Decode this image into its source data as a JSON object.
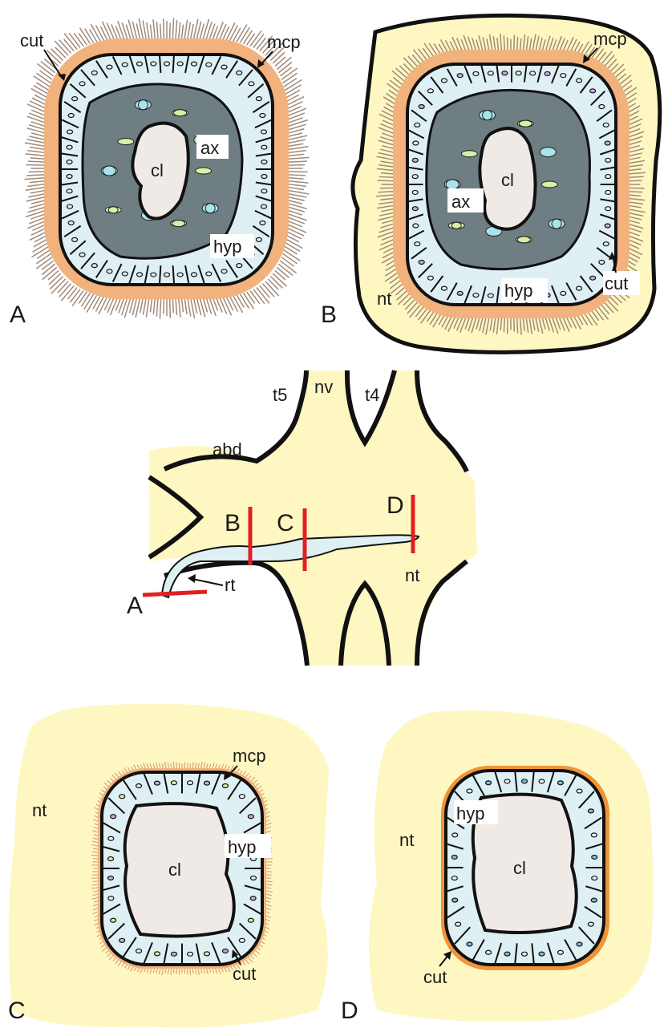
{
  "panels": {
    "A": {
      "letter": "A",
      "labels": {
        "cut": "cut",
        "mcp": "mcp",
        "ax": "ax",
        "cl": "cl",
        "hyp": "hyp"
      }
    },
    "B": {
      "letter": "B",
      "labels": {
        "mcp": "mcp",
        "cl": "cl",
        "ax": "ax",
        "hyp": "hyp",
        "cut": "cut",
        "nt": "nt"
      }
    },
    "middle": {
      "labels": {
        "t5": "t5",
        "nv": "nv",
        "t4": "t4",
        "abd": "abd",
        "rt": "rt",
        "nt": "nt"
      },
      "cut_markers": [
        "A",
        "B",
        "C",
        "D"
      ]
    },
    "C": {
      "letter": "C",
      "labels": {
        "nt": "nt",
        "mcp": "mcp",
        "hyp": "hyp",
        "cl": "cl",
        "cut": "cut"
      }
    },
    "D": {
      "letter": "D",
      "labels": {
        "nt": "nt",
        "hyp": "hyp",
        "cl": "cl",
        "cut": "cut"
      }
    }
  },
  "colors": {
    "cuticle_orange": "#f2b27d",
    "cuticle_orange_dark": "#f0943a",
    "hypodermis_cyan": "#dff0f4",
    "axon_dark": "#6f7e82",
    "lumen": "#efeae6",
    "nerve_tissue": "#fff7c2",
    "section_red": "#e02020",
    "organelle_green": "#d7f0a6",
    "organelle_blue": "#a8e3ec",
    "vesicle_purple": "#c9a7e0"
  }
}
